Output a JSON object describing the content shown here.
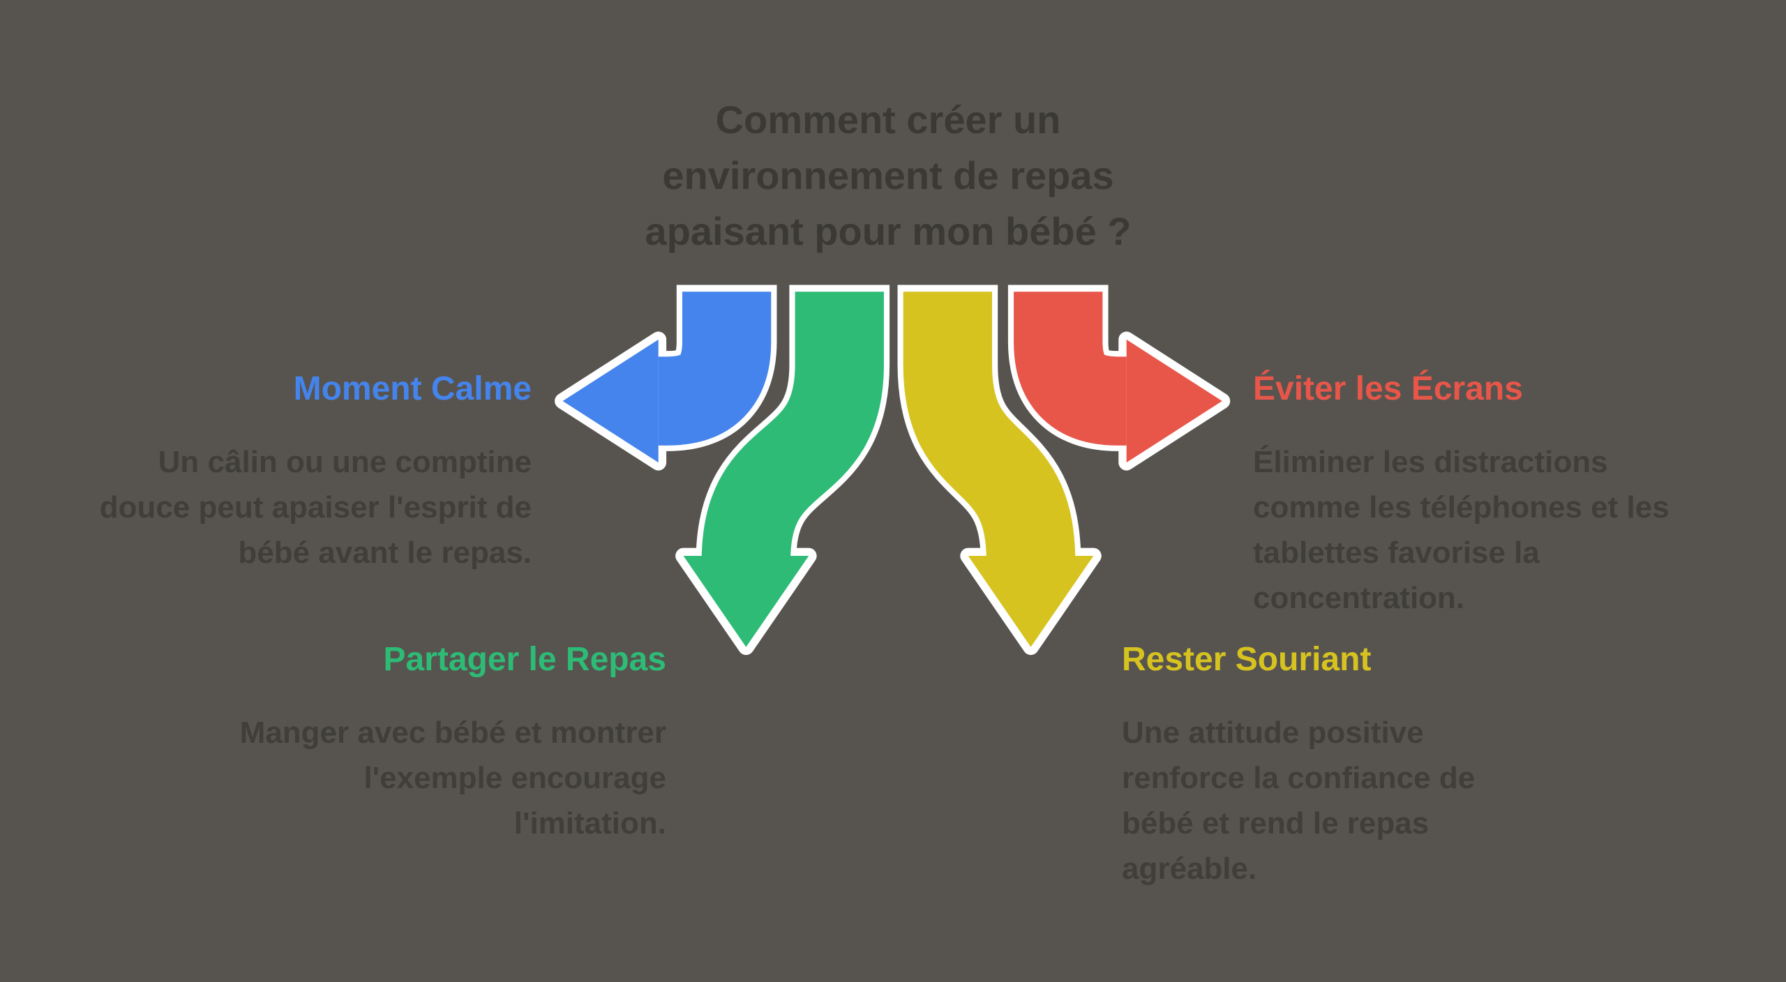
{
  "title": "Comment créer un\nenvironnement de repas\napaisant pour mon bébé ?",
  "colors": {
    "background": "#57544f",
    "title_text": "#3b3933",
    "body_text": "#403e38",
    "arrow_outline": "#ffffff"
  },
  "sections": [
    {
      "id": "moment-calme",
      "label": "Moment Calme",
      "color": "#4584ec",
      "description": "Un câlin ou une comptine\ndouce peut apaiser l'esprit de\nbébé avant le repas."
    },
    {
      "id": "eviter-les-ecrans",
      "label": "Éviter les Écrans",
      "color": "#e8564a",
      "description": "Éliminer les distractions\ncomme les téléphones et les\ntablettes favorise la\nconcentration."
    },
    {
      "id": "partager-le-repas",
      "label": "Partager le Repas",
      "color": "#2dbb76",
      "description": "Manger avec bébé et montrer\nl'exemple encourage\nl'imitation."
    },
    {
      "id": "rester-souriant",
      "label": "Rester Souriant",
      "color": "#d7c31f",
      "description": "Une attitude positive\nrenforce la confiance de\nbébé et rend le repas\nagréable."
    }
  ]
}
